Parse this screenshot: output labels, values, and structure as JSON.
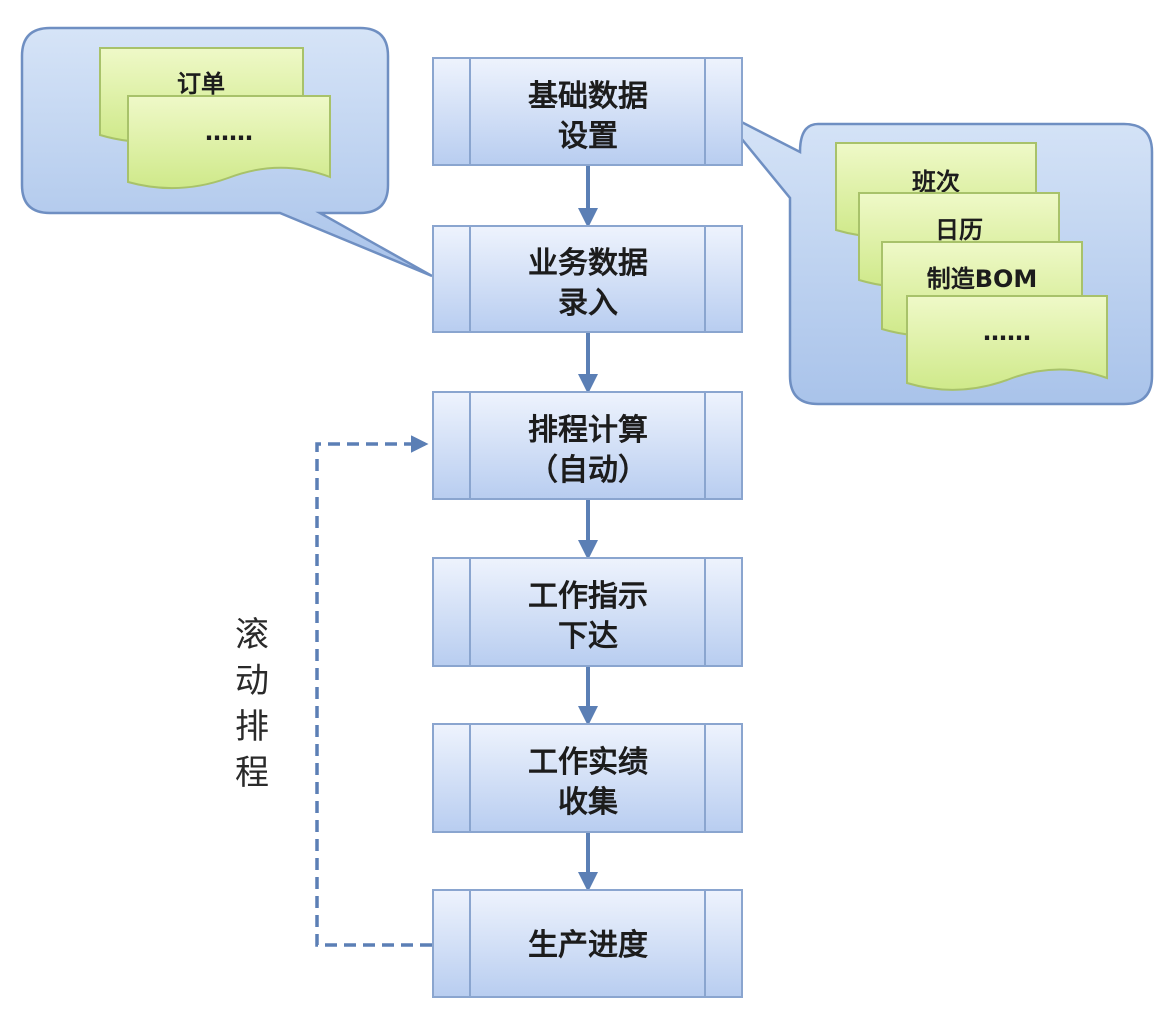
{
  "steps": [
    {
      "line1": "基础数据",
      "line2": "设置"
    },
    {
      "line1": "业务数据",
      "line2": "录入"
    },
    {
      "line1": "排程计算",
      "line2": "（自动）"
    },
    {
      "line1": "工作指示",
      "line2": "下达"
    },
    {
      "line1": "工作实绩",
      "line2": "收集"
    },
    {
      "line1": "生产进度",
      "line2": ""
    }
  ],
  "left_callout": {
    "docs": [
      "订单",
      "……"
    ]
  },
  "right_callout": {
    "docs": [
      "班次",
      "日历",
      "制造BOM",
      "……"
    ]
  },
  "rolling_label": [
    "滚",
    "动",
    "排",
    "程"
  ],
  "colors": {
    "box_top": "#eef3fd",
    "box_bottom": "#b8cdf0",
    "box_border": "#8aa5cf",
    "callout_fill": "#bcd2f0",
    "callout_border": "#6f8fc2",
    "doc_fill": "#dff2a8",
    "doc_border": "#a8c26a",
    "arrow": "#5b7fb5"
  }
}
